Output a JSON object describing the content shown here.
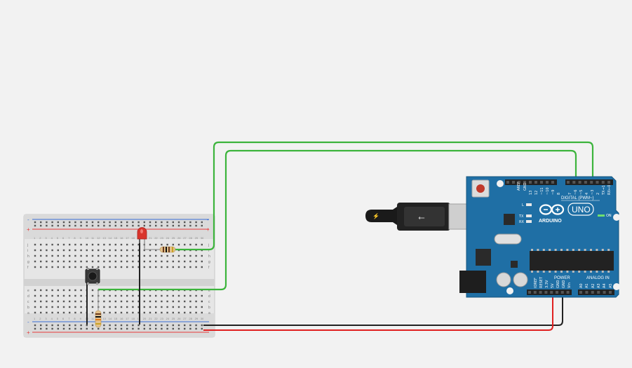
{
  "canvas": {
    "background": "#f2f2f2"
  },
  "colors": {
    "wire_green": "#3cb43c",
    "wire_red": "#e02020",
    "wire_black": "#222222",
    "board_blue": "#1f6fa5",
    "breadboard": "#e4e4e4",
    "rail_red": "#e83b3b",
    "rail_blue": "#3b6fd6",
    "led_red": "#d9352c"
  },
  "breadboard": {
    "rail_plus": "+",
    "rail_minus": "-",
    "row_letters_top": [
      "j",
      "i",
      "h",
      "g",
      "f"
    ],
    "row_letters_bottom": [
      "e",
      "d",
      "c",
      "b",
      "a"
    ]
  },
  "arduino": {
    "brand": "ARDUINO",
    "model": "UNO",
    "digital_label": "DIGITAL (PWM~)",
    "power_label": "POWER",
    "analog_label": "ANALOG IN",
    "on_label": "ON",
    "led_l": "L",
    "led_tx": "TX",
    "led_rx": "RX",
    "aref": "AREF",
    "gnd": "GND",
    "digital_pins": [
      "13",
      "12",
      "~11",
      "~10",
      "~9",
      "8",
      "7",
      "~6",
      "~5",
      "4",
      "~3",
      "2",
      "TX→1",
      "RX←0"
    ],
    "power_pins": [
      "IOREF",
      "RESET",
      "3.3V",
      "5V",
      "GND",
      "GND",
      "Vin"
    ],
    "analog_pins": [
      "A0",
      "A1",
      "A2",
      "A3",
      "A4",
      "A5"
    ]
  },
  "components": {
    "led": "led",
    "resistor_top": "resistor",
    "resistor_bottom": "resistor",
    "pushbutton": "pushbutton",
    "usb_cable": "usb"
  }
}
